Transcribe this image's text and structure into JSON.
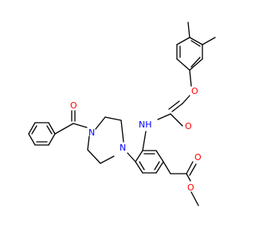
{
  "molecule": {
    "atom_labels": {
      "oxygen_benzoyl_carbonyl": "O",
      "nitrogen_piperazine_top": "N",
      "nitrogen_piperazine_bottom": "N",
      "amide_nh": "NH",
      "oxygen_amide_carbonyl": "O",
      "oxygen_ether": "O",
      "oxygen_ester_carbonyl": "O",
      "oxygen_ester_methoxy": "O"
    },
    "colors": {
      "bond": "#000000",
      "oxygen": "#ff0000",
      "nitrogen": "#0000ff"
    }
  }
}
